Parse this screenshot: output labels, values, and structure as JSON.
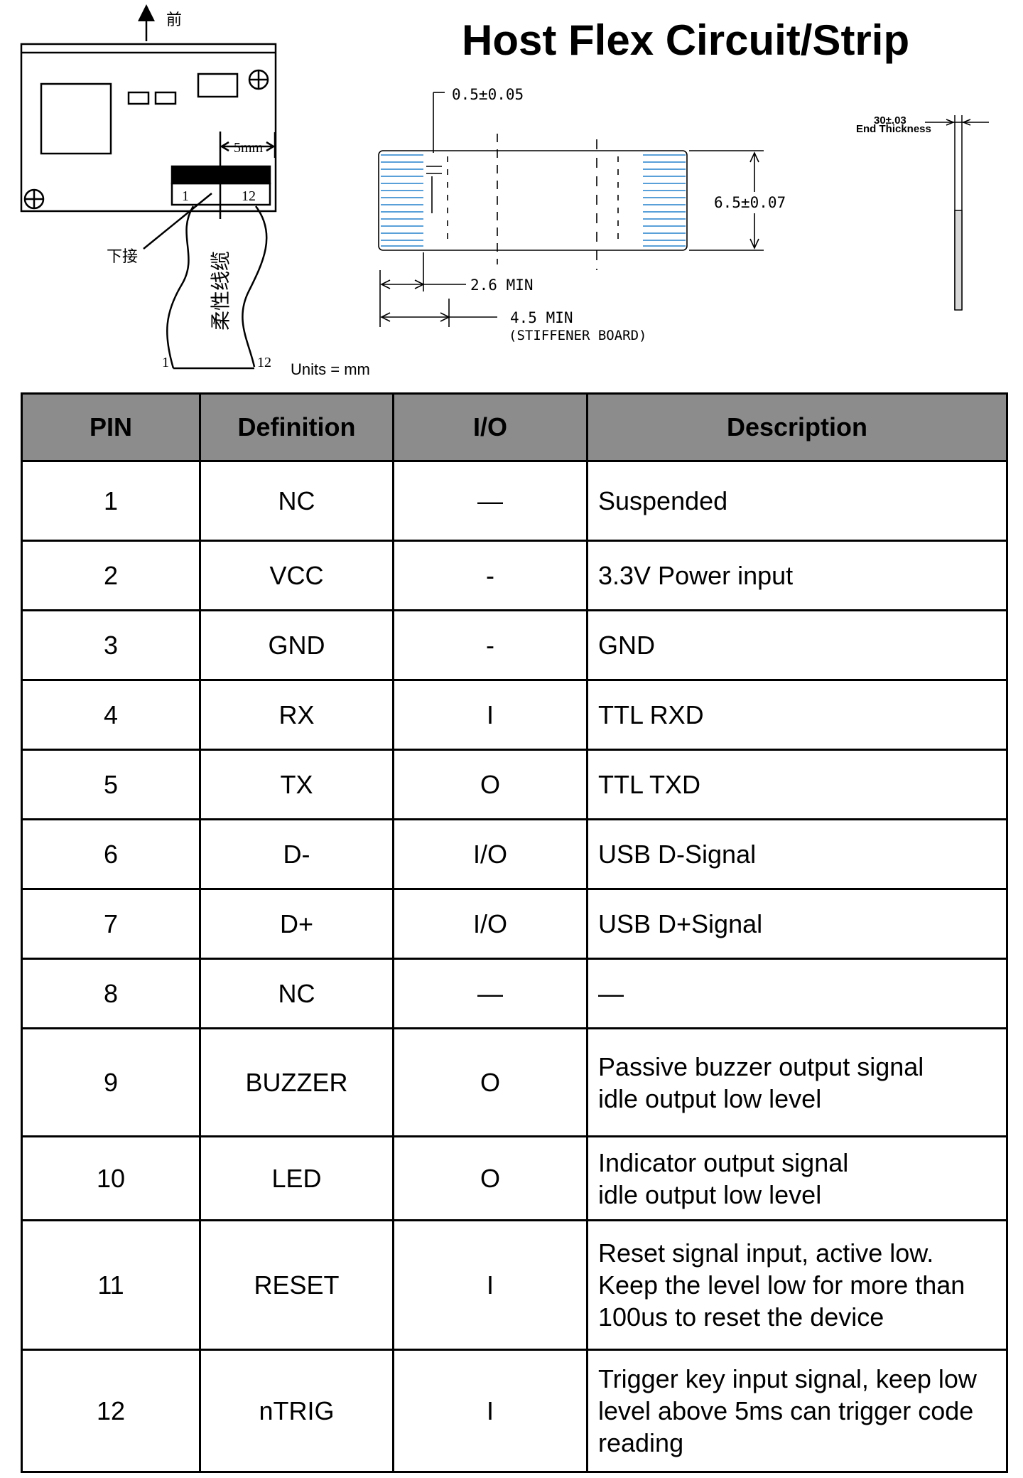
{
  "title": "Host Flex Circuit/Strip",
  "units_note": "Units = mm",
  "board_diagram": {
    "front_label": "前",
    "width_label": "5mm",
    "pin_first": "1",
    "pin_last": "12",
    "down_connect_label": "下接",
    "cable_label": "柔性线缆",
    "cable_end_first": "1",
    "cable_end_last": "12"
  },
  "flex_dimensions": {
    "pitch": "0.5±0.05",
    "width": "6.5±0.07",
    "contact_min": "2.6 MIN",
    "stiffener_min": "4.5 MIN",
    "stiffener_note": "(STIFFENER BOARD)",
    "end_thickness_value": "30±.03",
    "end_thickness_label": "End Thickness"
  },
  "table": {
    "headers": [
      "PIN",
      "Definition",
      "I/O",
      "Description"
    ],
    "rows": [
      {
        "pin": "1",
        "def": "NC",
        "io": "—",
        "desc": [
          "Suspended"
        ]
      },
      {
        "pin": "2",
        "def": "VCC",
        "io": "-",
        "desc": [
          "3.3V Power input"
        ]
      },
      {
        "pin": "3",
        "def": "GND",
        "io": "-",
        "desc": [
          "GND"
        ]
      },
      {
        "pin": "4",
        "def": "RX",
        "io": "I",
        "desc": [
          "TTL RXD"
        ]
      },
      {
        "pin": "5",
        "def": "TX",
        "io": "O",
        "desc": [
          "TTL TXD"
        ]
      },
      {
        "pin": "6",
        "def": "D-",
        "io": "I/O",
        "desc": [
          "USB D-Signal"
        ]
      },
      {
        "pin": "7",
        "def": "D+",
        "io": "I/O",
        "desc": [
          "USB D+Signal"
        ]
      },
      {
        "pin": "8",
        "def": "NC",
        "io": "—",
        "desc": [
          "—"
        ]
      },
      {
        "pin": "9",
        "def": "BUZZER",
        "io": "O",
        "desc": [
          "Passive buzzer output signal",
          "idle output low level"
        ]
      },
      {
        "pin": "10",
        "def": "LED",
        "io": "O",
        "desc": [
          "Indicator output signal",
          "idle output low level"
        ]
      },
      {
        "pin": "11",
        "def": "RESET",
        "io": "I",
        "desc": [
          "Reset signal input, active low.",
          "Keep the level low for more than",
          "100us to reset the device"
        ]
      },
      {
        "pin": "12",
        "def": "nTRIG",
        "io": "I",
        "desc": [
          "Trigger key input signal, keep low",
          "level above 5ms can trigger code",
          "reading"
        ]
      }
    ]
  }
}
